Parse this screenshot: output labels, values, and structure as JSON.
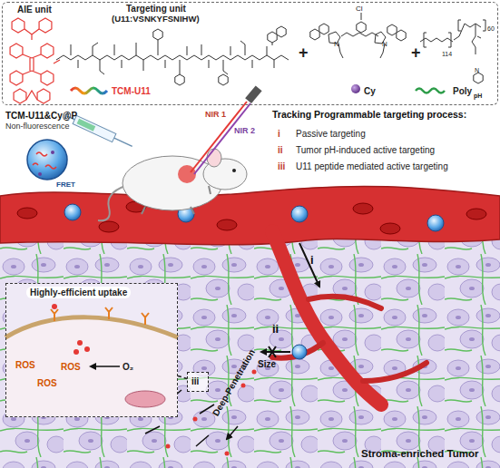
{
  "diagram": {
    "nodes": [
      {
        "text": [
          "AIE unit",
          "Targeting unit",
          "(U11:VSNKYFSNIHW)",
          "TCM-U11",
          "+",
          "Cy",
          "+",
          "Poly",
          "pH"
        ]
      },
      {
        "text": [
          "Highly-efficient uptake",
          "ROS",
          "ROS",
          "ROS",
          "O₂"
        ]
      },
      {
        "text": [
          "iii"
        ]
      }
    ],
    "edges": [
      {
        "from": 1,
        "to": 2,
        "arrow": "none"
      }
    ],
    "labels": [
      "TCM-U11&Cy@P",
      "Non-fluorescence",
      "FRET",
      "NIR 1",
      "NIR 2",
      "Tracking Programmable targeting process:",
      "i",
      "Passive targeting",
      "ii",
      "Tumor pH-induced active targeting",
      "iii",
      "U11 peptide mediated active targeting",
      "i",
      "ii",
      "Size",
      "Deep-Penetration",
      "Stroma-enriched Tumor",
      "114",
      "60",
      "Cl",
      "N",
      "N",
      "N"
    ]
  }
}
